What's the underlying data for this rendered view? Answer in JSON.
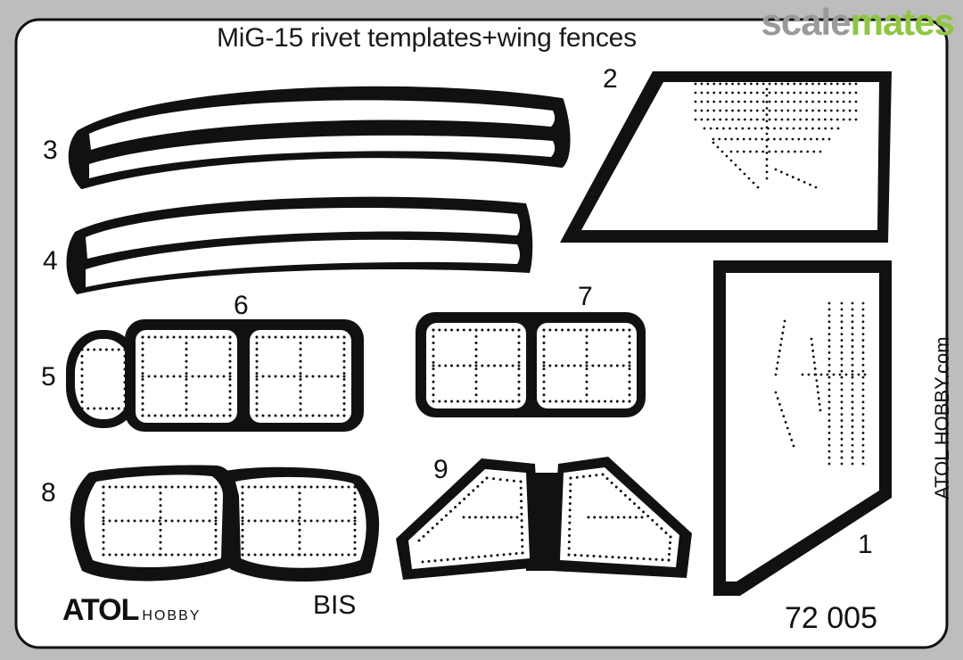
{
  "title": "MiG-15 rivet templates+wing fences",
  "watermark": {
    "part1": "scale",
    "part2": "mates"
  },
  "labels": {
    "p1": "1",
    "p2": "2",
    "p3": "3",
    "p4": "4",
    "p5": "5",
    "p6": "6",
    "p7": "7",
    "p8": "8",
    "p9": "9"
  },
  "variant": "BIS",
  "product_code": "72 005",
  "website": "ATOL HOBBY.com",
  "brand": {
    "name": "ATOL",
    "sub": "HOBBY"
  },
  "colors": {
    "background": "#bdbdbd",
    "sheet": "#ffffff",
    "metal": "#111111",
    "watermark_green": "#8dc63f"
  }
}
